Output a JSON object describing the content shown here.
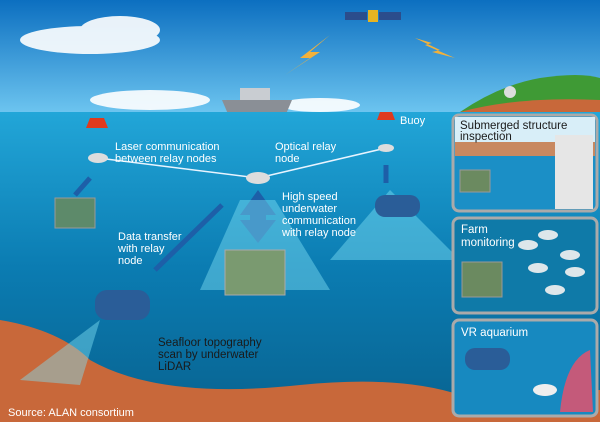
{
  "labels": {
    "laser": [
      "Laser communication",
      "between relay nodes"
    ],
    "optical": [
      "Optical relay",
      "node"
    ],
    "buoy": "Buoy",
    "high_speed": [
      "High speed",
      "underwater",
      "communication",
      "with relay node"
    ],
    "data_transfer": [
      "Data transfer",
      "with relay",
      "node"
    ],
    "seafloor": [
      "Seafloor topography",
      "scan by underwater",
      "LiDAR"
    ],
    "source": "Source: ALAN consortium"
  },
  "panels": [
    {
      "title": [
        "Submerged structure",
        "inspection"
      ]
    },
    {
      "title": [
        "Farm",
        "monitoring"
      ]
    },
    {
      "title": [
        "VR aquarium"
      ]
    }
  ],
  "colors": {
    "sea": "#0a7fb5",
    "sky": "#1e88d0",
    "seabed": "#c8683a",
    "beam": "#1d5fa8"
  }
}
